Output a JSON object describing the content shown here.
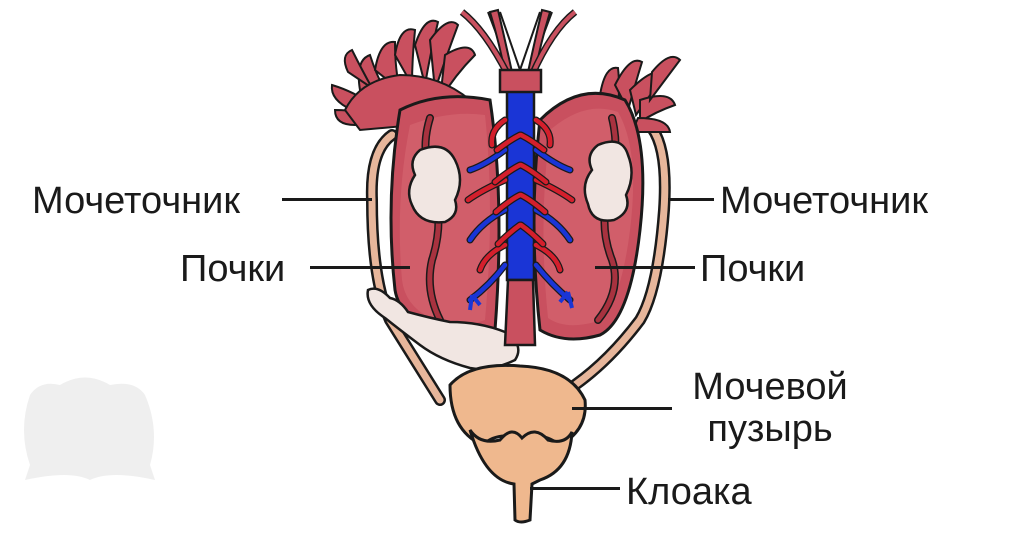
{
  "labels": {
    "ureter_left": "Мочеточник",
    "ureter_right": "Мочеточник",
    "kidneys_left": "Почки",
    "kidneys_right": "Почки",
    "bladder_line1": "Мочевой",
    "bladder_line2": "пузырь",
    "cloaca": "Клоака"
  },
  "colors": {
    "kidney": "#c9505f",
    "kidney_dark": "#a8323f",
    "outline": "#1a1a1a",
    "vein": "#1a35d6",
    "artery": "#d41f2c",
    "ureter": "#e7b69b",
    "bladder": "#efb88e",
    "fat_body": "#f1e6e2",
    "watermark": "#ededed"
  }
}
